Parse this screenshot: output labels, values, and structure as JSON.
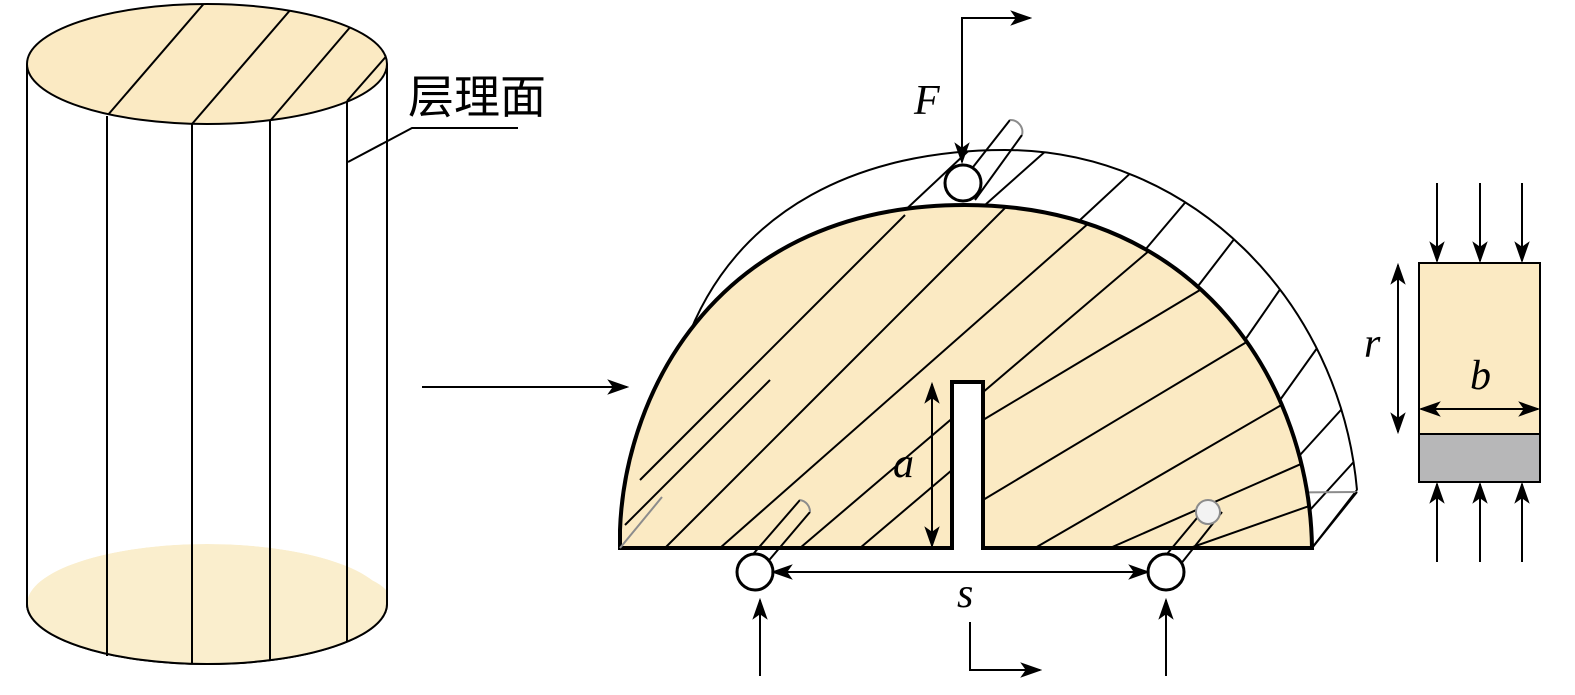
{
  "labels": {
    "bedding_plane": "层理面",
    "load_force": "F",
    "notch_length": "a",
    "span": "s",
    "radius": "r",
    "thickness": "b"
  },
  "colors": {
    "rock_fill": "#fbeac3",
    "base_fill": "#faeecd",
    "platen_fill": "#b7b7b8",
    "line": "#000000",
    "ghost_line": "#8c8c8c"
  }
}
